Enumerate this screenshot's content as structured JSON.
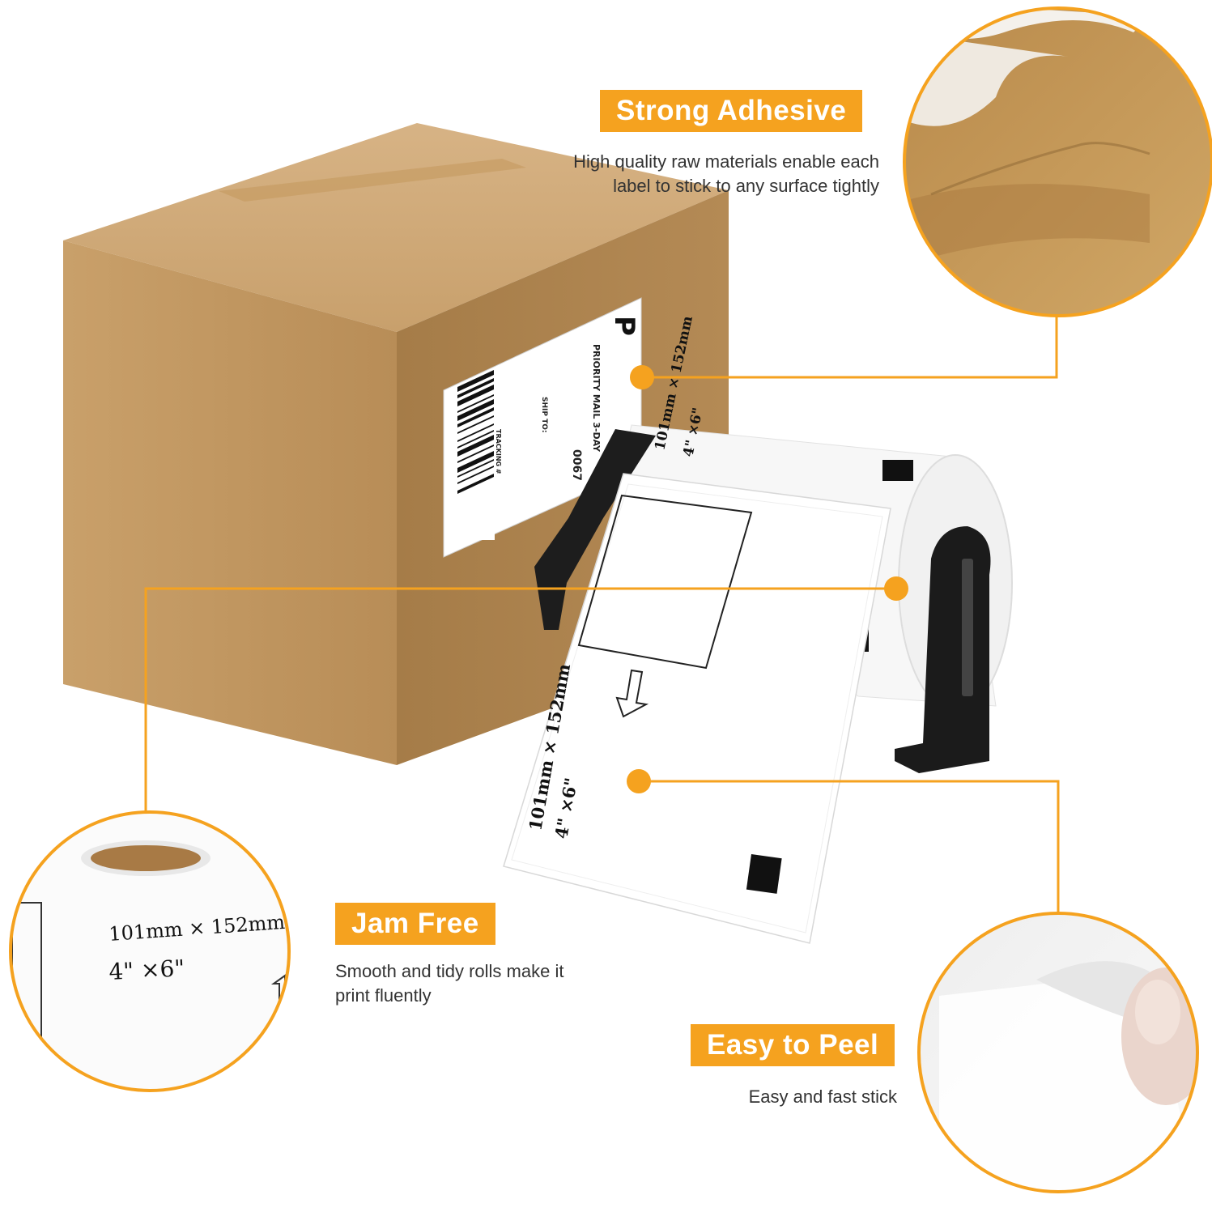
{
  "features": {
    "adhesive": {
      "title": "Strong Adhesive",
      "desc_line1": "High quality raw materials enable each",
      "desc_line2": "label to stick to any surface tightly"
    },
    "jam_free": {
      "title": "Jam Free",
      "desc_line1": "Smooth and tidy rolls make it",
      "desc_line2": "print fluently"
    },
    "peel": {
      "title": "Easy to Peel",
      "desc_line1": "Easy and fast stick"
    }
  },
  "shipping_label": {
    "service_letter": "P",
    "service_name": "PRIORITY MAIL 3-DAY",
    "ship_to": "SHIP TO:",
    "tracking": "TRACKING #",
    "code": "0067"
  },
  "label_roll": {
    "size_mm": "101mm × 152mm",
    "size_in": "4\" ×6\""
  },
  "closeup_roll": {
    "size_mm": "101mm × 152mm",
    "size_in": "4\" ×6\""
  },
  "colors": {
    "accent": "#f5a21f",
    "cardboard": "#c49a62",
    "text": "#333333"
  }
}
